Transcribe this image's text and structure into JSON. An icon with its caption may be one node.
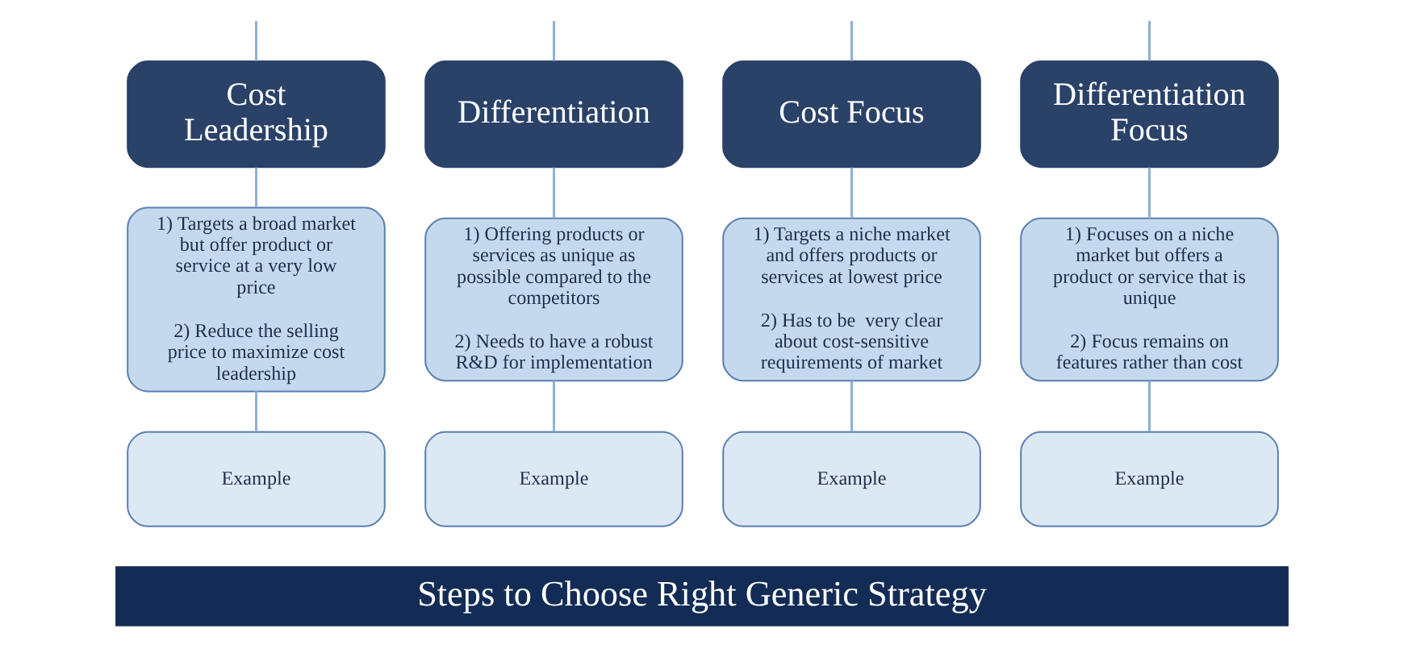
{
  "diagram": {
    "nodes": [
      {
        "text": [
          "Cost Leadership"
        ]
      },
      {
        "text": [
          "Differentiation"
        ]
      },
      {
        "text": [
          "Cost Focus"
        ]
      },
      {
        "text": [
          "Differentiation Focus"
        ]
      },
      {
        "text": [
          "1) Targets a broad market but offer product or service at a very low price",
          "2) Reduce the selling price to maximize cost leadership"
        ]
      },
      {
        "text": [
          "1) Offering products or services as unique as possible compared to the competitors",
          "2) Needs to have a robust R&D for implementation"
        ]
      },
      {
        "text": [
          "1) Targets a niche market and offers products or services at lowest price",
          "2) Has to be  very clear about cost-sensitive requirements of market"
        ]
      },
      {
        "text": [
          "1) Focuses on a niche market but offers a product or service that is unique",
          "2) Focus remains on features rather than cost"
        ]
      },
      {
        "text": [
          "Example"
        ]
      },
      {
        "text": [
          "Example"
        ]
      },
      {
        "text": [
          "Example"
        ]
      },
      {
        "text": [
          "Example"
        ]
      },
      {
        "text": [
          "Steps to Choose Right Generic Strategy"
        ]
      }
    ],
    "edges": [
      {
        "from": null,
        "to": 0,
        "arrow": "none"
      },
      {
        "from": null,
        "to": 1,
        "arrow": "none"
      },
      {
        "from": null,
        "to": 2,
        "arrow": "none"
      },
      {
        "from": null,
        "to": 3,
        "arrow": "none"
      },
      {
        "from": 0,
        "to": 4,
        "arrow": "none"
      },
      {
        "from": 1,
        "to": 5,
        "arrow": "none"
      },
      {
        "from": 2,
        "to": 6,
        "arrow": "none"
      },
      {
        "from": 3,
        "to": 7,
        "arrow": "none"
      },
      {
        "from": 4,
        "to": 8,
        "arrow": "none"
      },
      {
        "from": 5,
        "to": 9,
        "arrow": "none"
      },
      {
        "from": 6,
        "to": 10,
        "arrow": "none"
      },
      {
        "from": 7,
        "to": 11,
        "arrow": "none"
      }
    ]
  }
}
